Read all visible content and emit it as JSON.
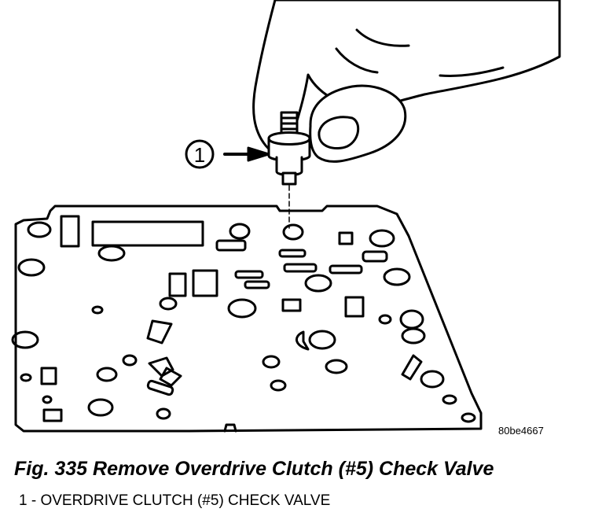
{
  "figure": {
    "callout_number": "1",
    "image_code": "80be4667",
    "caption": "Fig. 335 Remove Overdrive Clutch (#5) Check Valve",
    "legend": [
      {
        "text": "1 - OVERDRIVE CLUTCH (#5) CHECK VALVE"
      }
    ]
  }
}
